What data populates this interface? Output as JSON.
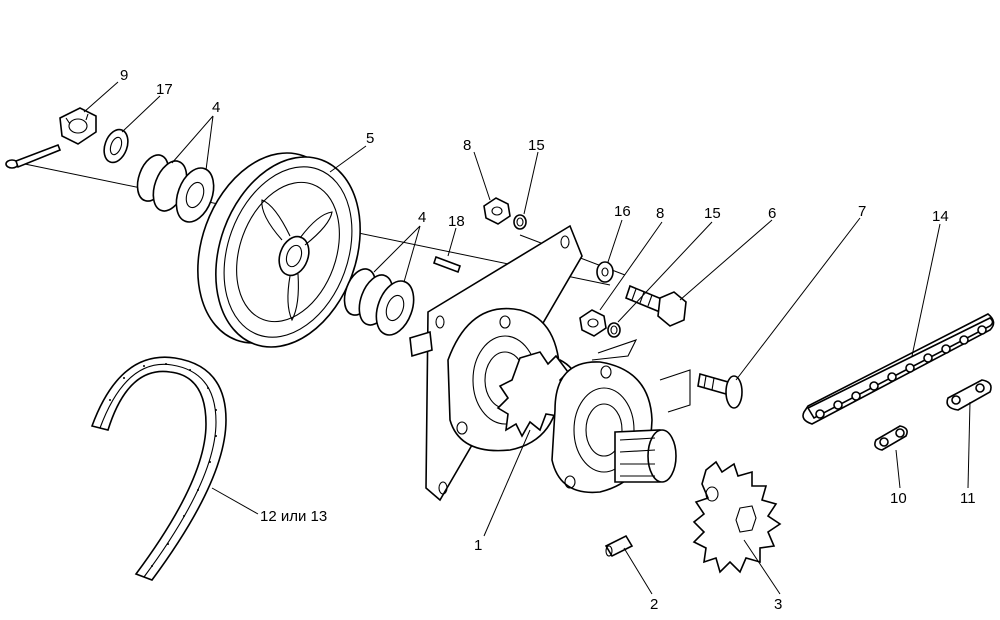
{
  "callouts": {
    "c1": "1",
    "c2": "2",
    "c3": "3",
    "c4a": "4",
    "c4b": "4",
    "c5": "5",
    "c6": "6",
    "c7": "7",
    "c8a": "8",
    "c8b": "8",
    "c9": "9",
    "c10": "10",
    "c11": "11",
    "c12": "12 или 13",
    "c14": "14",
    "c15a": "15",
    "c15b": "15",
    "c16": "16",
    "c17": "17",
    "c18": "18"
  }
}
